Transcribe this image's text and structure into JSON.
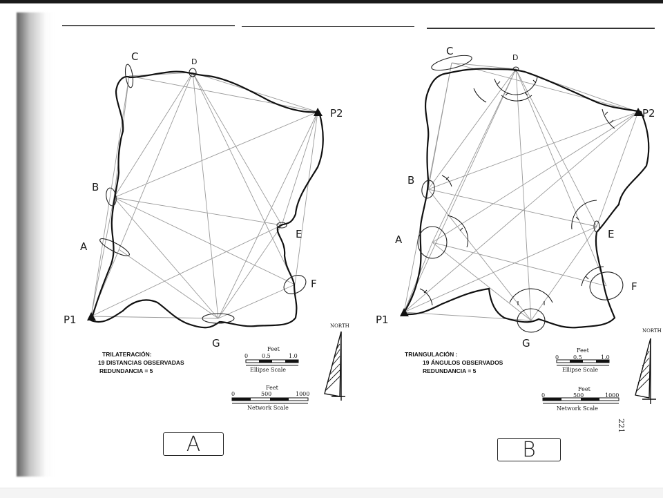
{
  "figure_a": {
    "points": {
      "C": "C",
      "D": "D",
      "P2": "P2",
      "B": "B",
      "E": "E",
      "A": "A",
      "F": "F",
      "P1": "P1",
      "G": "G"
    },
    "caption_title": "TRILATERACIÓN:",
    "caption_count": "19 DISTANCIAS OBSERVADAS",
    "caption_redundancy": "REDUNDANCIA = 5",
    "panel_label": "A"
  },
  "figure_b": {
    "points": {
      "C": "C",
      "D": "D",
      "P2": "P2",
      "B": "B",
      "E": "E",
      "A": "A",
      "F": "F",
      "P1": "P1",
      "G": "G"
    },
    "caption_title": "TRIANGULACIÓN :",
    "caption_count": "19 ÁNGULOS OBSERVADOS",
    "caption_redundancy": "REDUNDANCIA = 5",
    "panel_label": "B"
  },
  "ellipse_scale": {
    "unit": "Feet",
    "tick_0": "0",
    "tick_mid": "0.5",
    "tick_max": "1.0",
    "label": "Ellipse Scale"
  },
  "network_scale": {
    "unit": "Feet",
    "tick_0": "0",
    "tick_mid": "500",
    "tick_max": "1000",
    "label": "Network Scale"
  },
  "north_label": "NORTH",
  "page_number": "221"
}
